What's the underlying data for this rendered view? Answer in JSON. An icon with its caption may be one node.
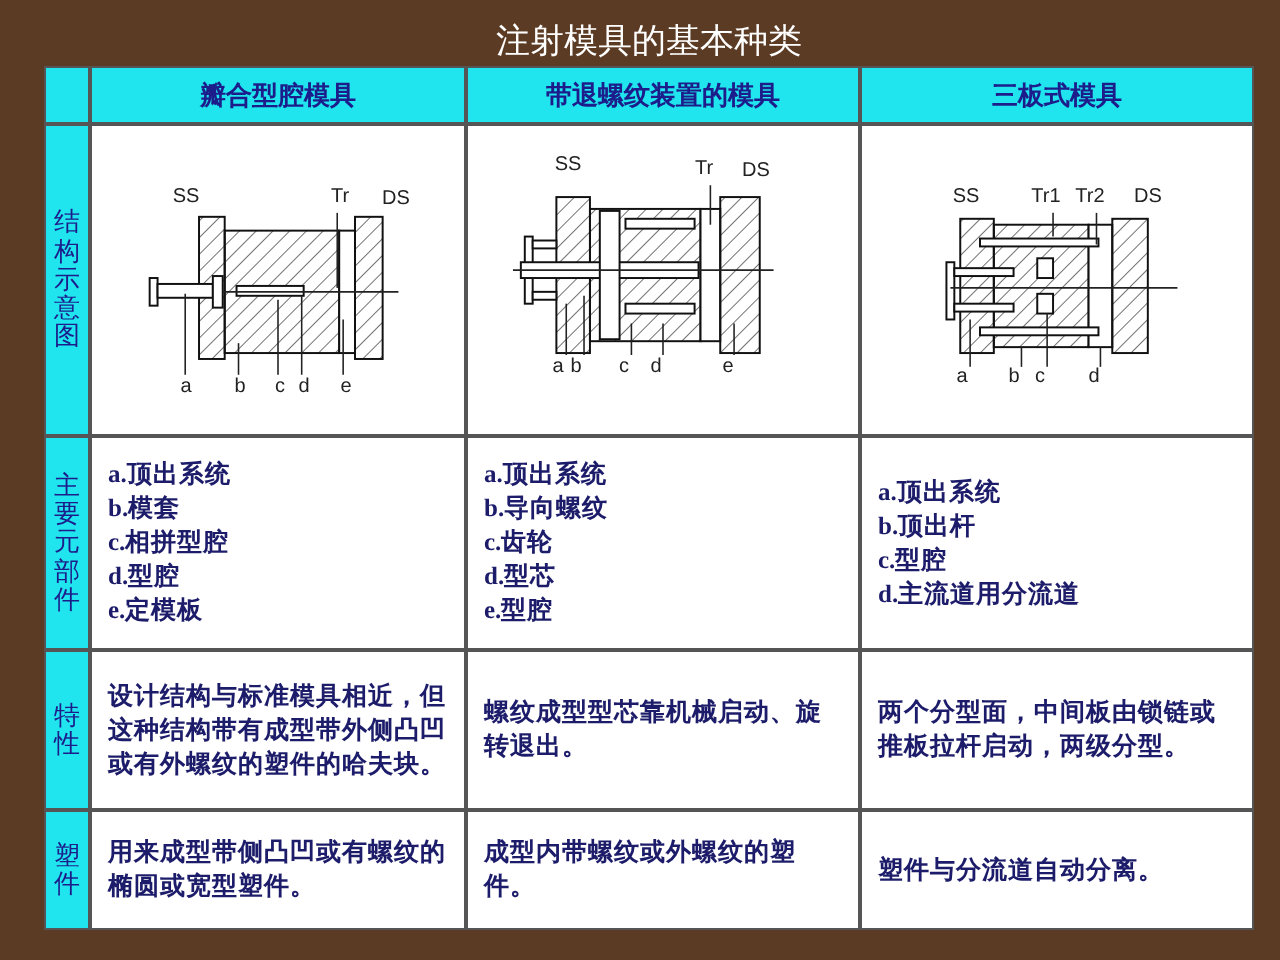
{
  "diagram": {
    "title": "注射模具的基本种类",
    "labels": [
      "瓣合型腔模具",
      "带退螺纹装置的模具",
      "三板式模具",
      "结构示意图",
      "SS",
      "Tr",
      "DS",
      "a",
      "b",
      "c",
      "d",
      "e",
      "SS",
      "Tr",
      "DS",
      "a",
      "b",
      "c",
      "d",
      "e",
      "SS",
      "Tr1",
      "Tr2",
      "DS",
      "a",
      "b",
      "c",
      "d",
      "主要元部件",
      "a.顶出系统",
      "b.模套",
      "c.相拼型腔",
      "d.型腔",
      "e.定模板",
      "a.顶出系统",
      "b.导向螺纹",
      "c.齿轮",
      "d.型芯",
      "e.型腔",
      "a.顶出系统",
      "b.顶出杆",
      "c.型腔",
      "d.主流道用分流道",
      "特性",
      "设计结构与标准模具相近，但这种结构带有成型带外侧凸凹或有外螺纹的塑件的哈夫块。",
      "螺纹成型型芯靠机械启动、旋转退出。",
      "两个分型面，中间板由锁链或推板拉杆启动，两级分型。",
      "塑件",
      "用来成型带侧凸凹或有螺纹的椭圆或宽型塑件。",
      "成型内带螺纹或外螺纹的塑件。",
      "塑件与分流道自动分离。"
    ]
  }
}
